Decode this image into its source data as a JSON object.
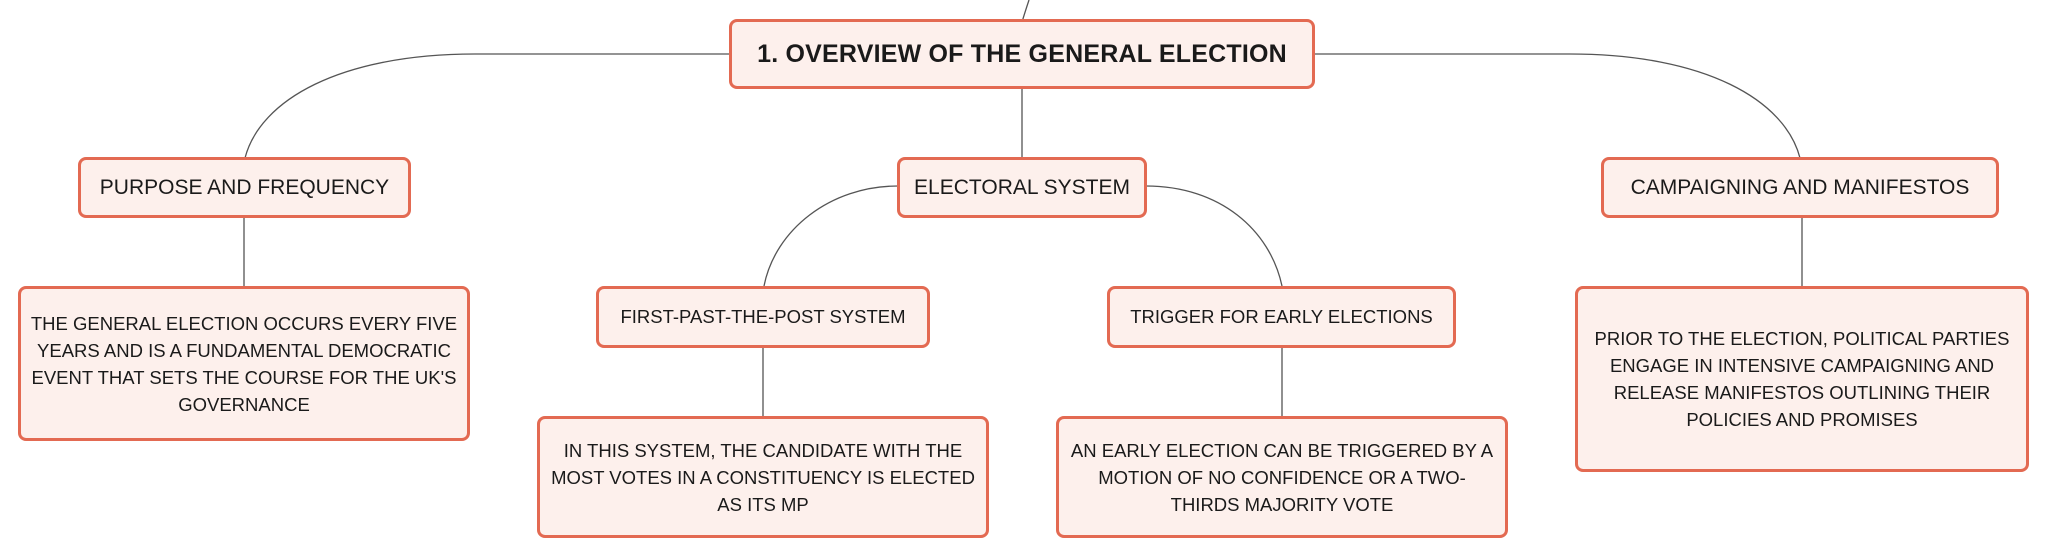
{
  "root": {
    "title": "1. OVERVIEW OF THE GENERAL ELECTION"
  },
  "branches": {
    "purpose": {
      "title": "PURPOSE AND FREQUENCY",
      "detail": "THE GENERAL ELECTION OCCURS EVERY FIVE YEARS AND IS A FUNDAMENTAL DEMOCRATIC EVENT THAT SETS THE COURSE FOR THE UK'S GOVERNANCE"
    },
    "electoral_system": {
      "title": "ELECTORAL SYSTEM",
      "fptp": {
        "title": "FIRST-PAST-THE-POST SYSTEM",
        "detail": "IN THIS SYSTEM, THE CANDIDATE WITH THE MOST VOTES IN A CONSTITUENCY IS ELECTED AS ITS MP"
      },
      "early": {
        "title": "TRIGGER FOR EARLY ELECTIONS",
        "detail": "AN EARLY ELECTION CAN BE TRIGGERED BY A MOTION OF NO CONFIDENCE OR A TWO-THIRDS MAJORITY VOTE"
      }
    },
    "campaigning": {
      "title": "CAMPAIGNING AND MANIFESTOS",
      "detail": "PRIOR TO THE ELECTION, POLITICAL PARTIES ENGAGE IN INTENSIVE CAMPAIGNING AND RELEASE MANIFESTOS OUTLINING THEIR POLICIES AND PROMISES"
    }
  },
  "colors": {
    "node_fill": "#fdf0ec",
    "node_border": "#e36a52",
    "connector": "#555555",
    "text": "#1a1a1a"
  }
}
